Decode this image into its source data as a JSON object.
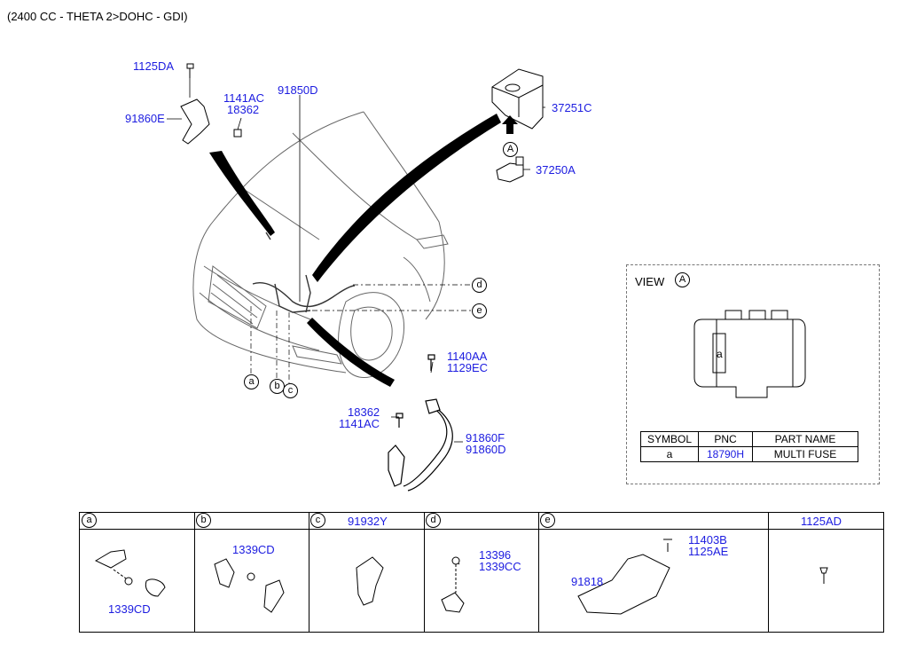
{
  "header": {
    "engine_spec": "(2400 CC - THETA 2>DOHC - GDI)"
  },
  "callouts": {
    "p1125DA": "1125DA",
    "p91860E": "91860E",
    "p1141AC_a": "1141AC",
    "p18362_a": "18362",
    "p91850D": "91850D",
    "p37251C": "37251C",
    "p37250A": "37250A",
    "p1140AA": "1140AA",
    "p1129EC": "1129EC",
    "p18362_b": "18362",
    "p1141AC_b": "1141AC",
    "p91860F": "91860F",
    "p91860D": "91860D"
  },
  "markers": {
    "a": "a",
    "b": "b",
    "c": "c",
    "d": "d",
    "e": "e",
    "A": "A"
  },
  "view": {
    "title": "VIEW",
    "ref": "A",
    "fuse_label": "a",
    "table": {
      "headers": [
        "SYMBOL",
        "PNC",
        "PART NAME"
      ],
      "rows": [
        [
          "a",
          "18790H",
          "MULTI FUSE"
        ]
      ]
    }
  },
  "bottom_table": {
    "cols": [
      {
        "id": "a",
        "header_part": "",
        "parts": [
          "1339CD"
        ]
      },
      {
        "id": "b",
        "header_part": "",
        "parts": [
          "1339CD"
        ]
      },
      {
        "id": "c",
        "header_part": "91932Y",
        "parts": []
      },
      {
        "id": "d",
        "header_part": "",
        "parts": [
          "13396",
          "1339CC"
        ]
      },
      {
        "id": "e",
        "header_part": "",
        "parts": [
          "11403B",
          "1125AE",
          "91818"
        ]
      },
      {
        "id": "",
        "header_part": "1125AD",
        "parts": []
      }
    ]
  }
}
